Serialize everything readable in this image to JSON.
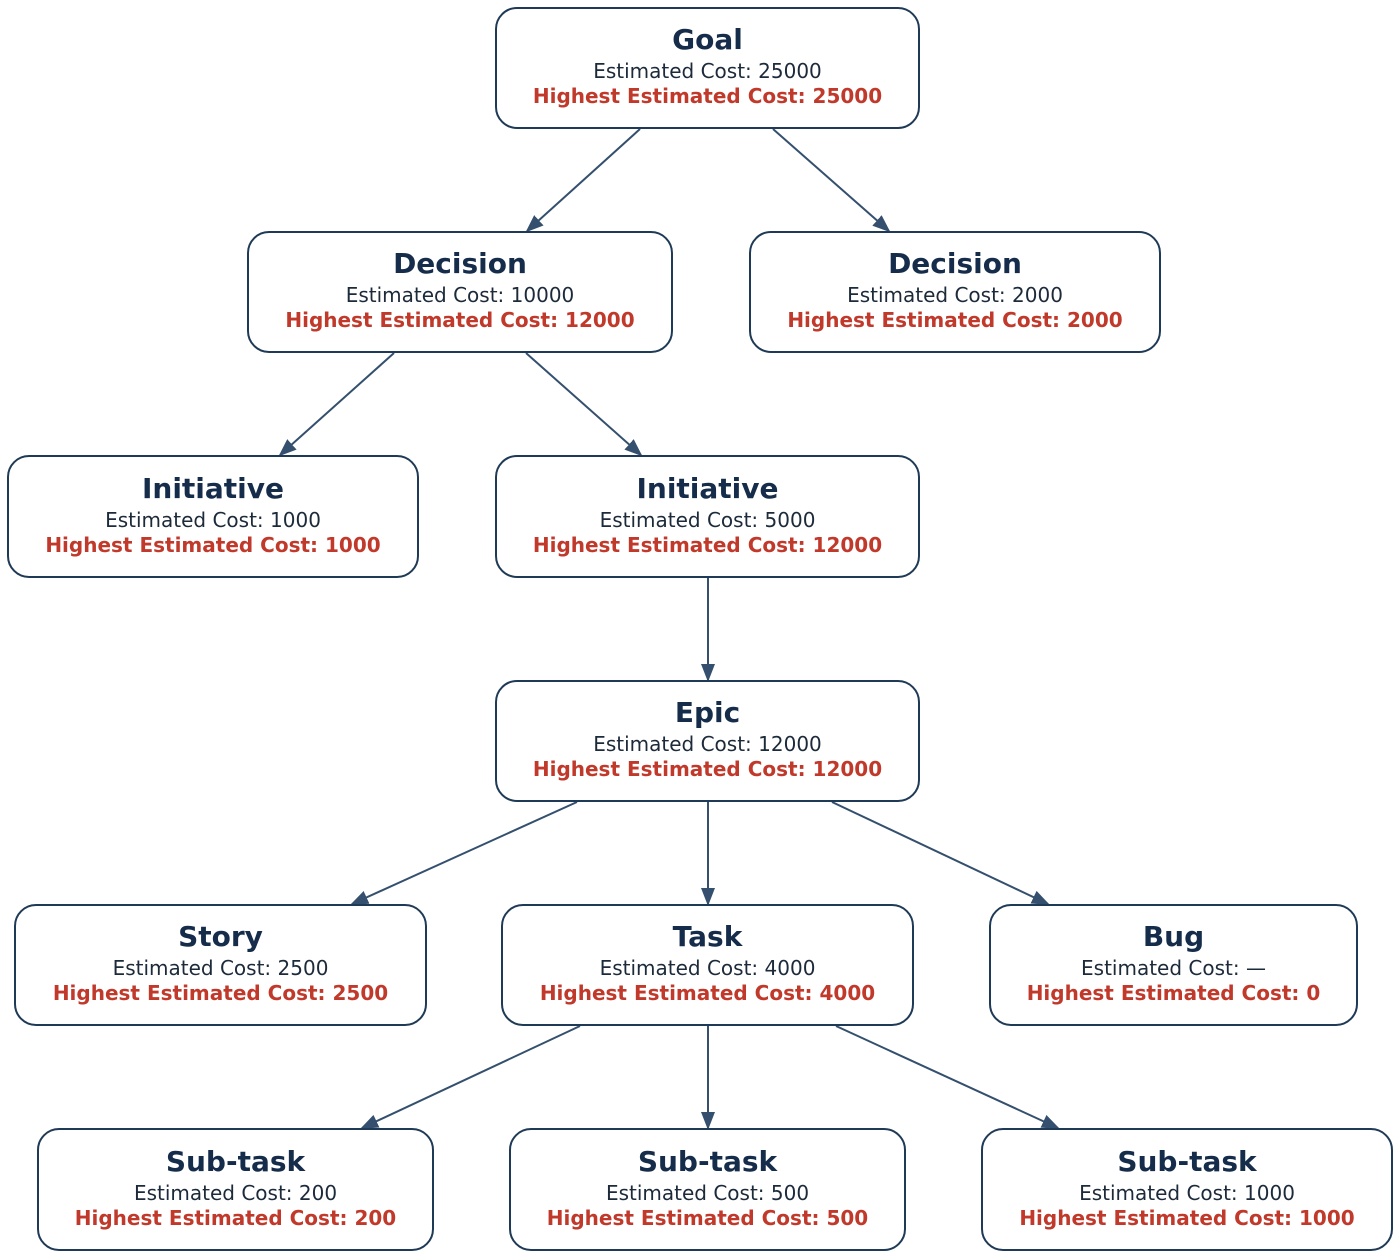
{
  "diagram": {
    "colors": {
      "node_border": "#1f3a56",
      "title": "#152c4a",
      "cost_text": "#1c2a3a",
      "highest_text": "#c0392b",
      "edge": "#34506e"
    },
    "nodes": [
      {
        "id": "goal",
        "title": "Goal",
        "cost": "Estimated Cost: 25000",
        "highest": "Highest Estimated Cost: 25000"
      },
      {
        "id": "decision-1",
        "title": "Decision",
        "cost": "Estimated Cost: 10000",
        "highest": "Highest Estimated Cost: 12000"
      },
      {
        "id": "decision-2",
        "title": "Decision",
        "cost": "Estimated Cost: 2000",
        "highest": "Highest Estimated Cost: 2000"
      },
      {
        "id": "initiative-1",
        "title": "Initiative",
        "cost": "Estimated Cost: 1000",
        "highest": "Highest Estimated Cost: 1000"
      },
      {
        "id": "initiative-2",
        "title": "Initiative",
        "cost": "Estimated Cost: 5000",
        "highest": "Highest Estimated Cost: 12000"
      },
      {
        "id": "epic",
        "title": "Epic",
        "cost": "Estimated Cost: 12000",
        "highest": "Highest Estimated Cost: 12000"
      },
      {
        "id": "story",
        "title": "Story",
        "cost": "Estimated Cost: 2500",
        "highest": "Highest Estimated Cost: 2500"
      },
      {
        "id": "task",
        "title": "Task",
        "cost": "Estimated Cost: 4000",
        "highest": "Highest Estimated Cost: 4000"
      },
      {
        "id": "bug",
        "title": "Bug",
        "cost": "Estimated Cost: —",
        "highest": "Highest Estimated Cost: 0"
      },
      {
        "id": "subtask-1",
        "title": "Sub-task",
        "cost": "Estimated Cost: 200",
        "highest": "Highest Estimated Cost: 200"
      },
      {
        "id": "subtask-2",
        "title": "Sub-task",
        "cost": "Estimated Cost: 500",
        "highest": "Highest Estimated Cost: 500"
      },
      {
        "id": "subtask-3",
        "title": "Sub-task",
        "cost": "Estimated Cost: 1000",
        "highest": "Highest Estimated Cost: 1000"
      }
    ],
    "edges": [
      {
        "from": "goal",
        "to": "decision-1"
      },
      {
        "from": "goal",
        "to": "decision-2"
      },
      {
        "from": "decision-1",
        "to": "initiative-1"
      },
      {
        "from": "decision-1",
        "to": "initiative-2"
      },
      {
        "from": "initiative-2",
        "to": "epic"
      },
      {
        "from": "epic",
        "to": "story"
      },
      {
        "from": "epic",
        "to": "task"
      },
      {
        "from": "epic",
        "to": "bug"
      },
      {
        "from": "task",
        "to": "subtask-1"
      },
      {
        "from": "task",
        "to": "subtask-2"
      },
      {
        "from": "task",
        "to": "subtask-3"
      }
    ]
  }
}
